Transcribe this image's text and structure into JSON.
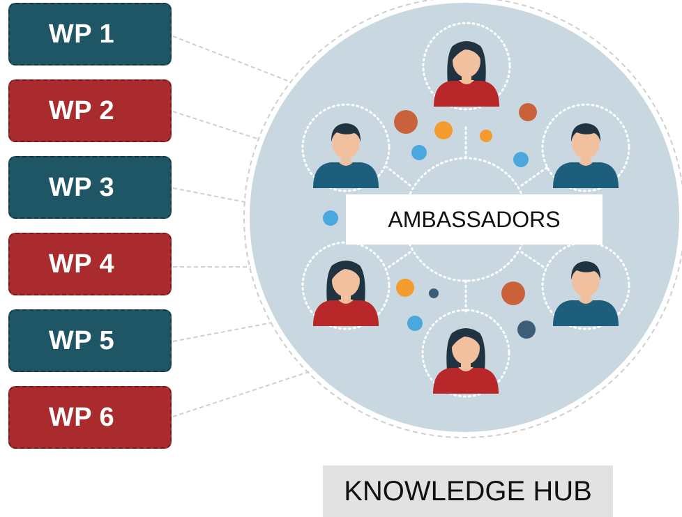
{
  "work_packages": [
    {
      "label": "WP 1",
      "color": "#1e5666"
    },
    {
      "label": "WP 2",
      "color": "#aa2b2e"
    },
    {
      "label": "WP 3",
      "color": "#1e5666"
    },
    {
      "label": "WP 4",
      "color": "#aa2b2e"
    },
    {
      "label": "WP 5",
      "color": "#1e5666"
    },
    {
      "label": "WP 6",
      "color": "#aa2b2e"
    }
  ],
  "hub": {
    "center_label": "AMBASSADORS",
    "title": "KNOWLEDGE HUB",
    "circle_color": "#c9d8e0"
  },
  "ambassadors": [
    {
      "gender": "female",
      "shirt": "#b8282b"
    },
    {
      "gender": "male",
      "shirt": "#1c5e7c"
    },
    {
      "gender": "male",
      "shirt": "#1c5e7c"
    },
    {
      "gender": "female",
      "shirt": "#b8282b"
    },
    {
      "gender": "male",
      "shirt": "#1c5e7c"
    },
    {
      "gender": "female",
      "shirt": "#b8282b"
    }
  ],
  "colors": {
    "dark_teal": "#1e5666",
    "dark_red": "#aa2b2e",
    "orange": "#f49c2e",
    "rust": "#c9623a",
    "sky_blue": "#4aa8df",
    "navy": "#3c5c78"
  }
}
